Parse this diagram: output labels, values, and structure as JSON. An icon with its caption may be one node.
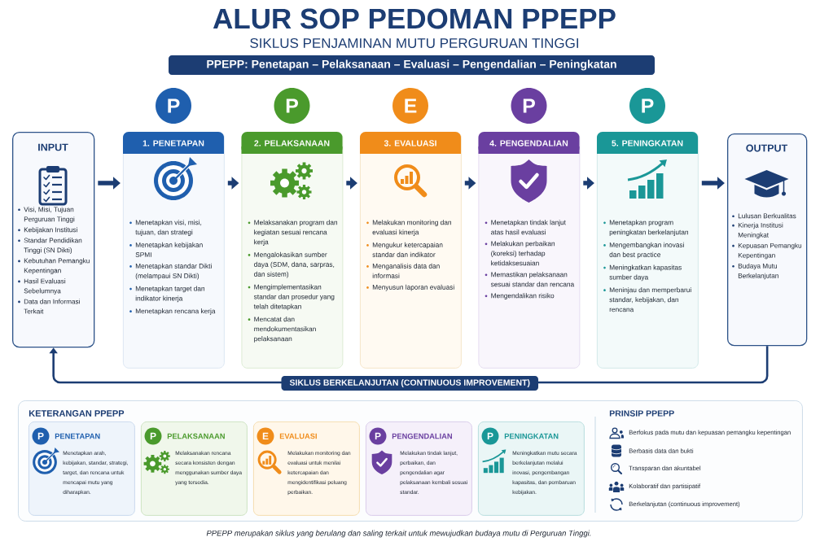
{
  "diagram": {
    "title": "ALUR SOP PEDOMAN PPEPP",
    "caption": "PPEPP merupakan siklus yang berulang dan saling terkait untuk mewujudkan budaya mutu di Perguruan Tinggi.",
    "nodes": [
      {
        "text": [
          "PPEPP: Penetapan – Pelaksanaan – Evaluasi – Pengendalian – Peningkatan"
        ]
      },
      {
        "text": [
          "INPUT",
          "Visi, Misi, Tujuan Perguruan Tinggi",
          "Kebijakan Institusi",
          "Standar Pendidikan Tinggi (SN Dikti)",
          "Kebutuhan Pemangku Kepentingan",
          "Hasil Evaluasi Sebelumnya",
          "Data dan Informasi Terkait"
        ]
      },
      {
        "text": [
          "P"
        ]
      },
      {
        "text": [
          "1. PENETAPAN",
          "Menetapkan visi, misi, tujuan, dan strategi",
          "Menetapkan kebijakan SPMI",
          "Menetapkan standar Dikti (melampaui SN Dikti)",
          "Menetapkan target dan indikator kinerja",
          "Menetapkan rencana kerja"
        ]
      },
      {
        "text": [
          "P"
        ]
      },
      {
        "text": [
          "2. PELAKSANAAN",
          "Melaksanakan program dan kegiatan sesuai rencana kerja",
          "Mengalokasikan sumber daya (SDM, dana, sarpras, dan sistem)",
          "Mengimplementasikan standar dan prosedur yang telah ditetapkan",
          "Mencatat dan mendokumentasikan pelaksanaan"
        ]
      },
      {
        "text": [
          "E"
        ]
      },
      {
        "text": [
          "3. EVALUASI",
          "Melakukan monitoring dan evaluasi kinerja",
          "Mengukur ketercapaian standar dan indikator",
          "Menganalisis data dan informasi",
          "Menyusun laporan evaluasi"
        ]
      },
      {
        "text": [
          "P"
        ]
      },
      {
        "text": [
          "4. PENGENDALIAN",
          "Menetapkan tindak lanjut atas hasil evaluasi",
          "Melakukan perbaikan (koreksi) terhadap ketidaksesuaian",
          "Memastikan pelaksanaan sesuai standar dan rencana",
          "Mengendalikan risiko"
        ]
      },
      {
        "text": [
          "P"
        ]
      },
      {
        "text": [
          "5. PENINGKATAN",
          "Menetapkan program peningkatan berkelanjutan",
          "Mengembangkan inovasi dan best practice",
          "Meningkatkan kapasitas sumber daya",
          "Meninjau dan memperbarui standar, kebijakan, dan rencana"
        ]
      },
      {
        "text": [
          "OUTPUT",
          "Lulusan Berkualitas",
          "Kinerja Institusi Meningkat",
          "Kepuasan Pemangku Kepentingan",
          "Budaya Mutu Berkelanjutan"
        ]
      },
      {
        "text": [
          "KETERANGAN PPEPP",
          "PRINSIP PPEPP",
          "Berfokus pada mutu dan kepuasan pemangku kepentingan",
          "Berbasis data dan bukti",
          "Transparan dan akuntabel",
          "Kolaboratif dan partisipatif",
          "Berkelanjutan (continuous improvement)"
        ]
      },
      {
        "text": [
          "PENETAPAN",
          "Menetapkan arah, kebijakan, standar, strategi, target, dan rencana untuk mencapai mutu yang diharapkan."
        ],
        "in": 13
      },
      {
        "text": [
          "P"
        ],
        "in": 14
      },
      {
        "text": [
          "PELAKSANAAN",
          "Melaksanakan rencana secara konsisten dengan menggunakan sumber daya yang tersedia."
        ],
        "in": 13
      },
      {
        "text": [
          "P"
        ],
        "in": 16
      },
      {
        "text": [
          "EVALUASI",
          "Melakukan monitoring dan evaluasi untuk menilai ketercapaian dan mengidentifikasi peluang perbaikan."
        ],
        "in": 13
      },
      {
        "text": [
          "E"
        ],
        "in": 18
      },
      {
        "text": [
          "PENGENDALIAN",
          "Melakukan tindak lanjut, perbaikan, dan pengendalian agar pelaksanaan kembali sesuai standar."
        ],
        "in": 13
      },
      {
        "text": [
          "P"
        ],
        "in": 20
      },
      {
        "text": [
          "PENINGKATAN",
          "Meningkatkan mutu secara berkelanjutan melalui inovasi, pengembangan kapasitas, dan pembaruan kebijakan."
        ],
        "in": 13
      },
      {
        "text": [
          "P"
        ],
        "in": 22
      }
    ],
    "edges": [
      {
        "from": 1,
        "to": 3,
        "arrow": "to"
      },
      {
        "from": 3,
        "to": 5,
        "arrow": "to"
      },
      {
        "from": 5,
        "to": 7,
        "arrow": "to"
      },
      {
        "from": 7,
        "to": 9,
        "arrow": "to"
      },
      {
        "from": 9,
        "to": 11,
        "arrow": "to"
      },
      {
        "from": 11,
        "to": 12,
        "arrow": "to"
      },
      {
        "from": 12,
        "to": 1,
        "arrow": "to",
        "label": "SIKLUS BERKELANJUTAN (CONTINUOUS IMPROVEMENT)"
      }
    ],
    "labels": [
      "SIKLUS PENJAMINAN MUTU PERGURUAN TINGGI"
    ]
  }
}
